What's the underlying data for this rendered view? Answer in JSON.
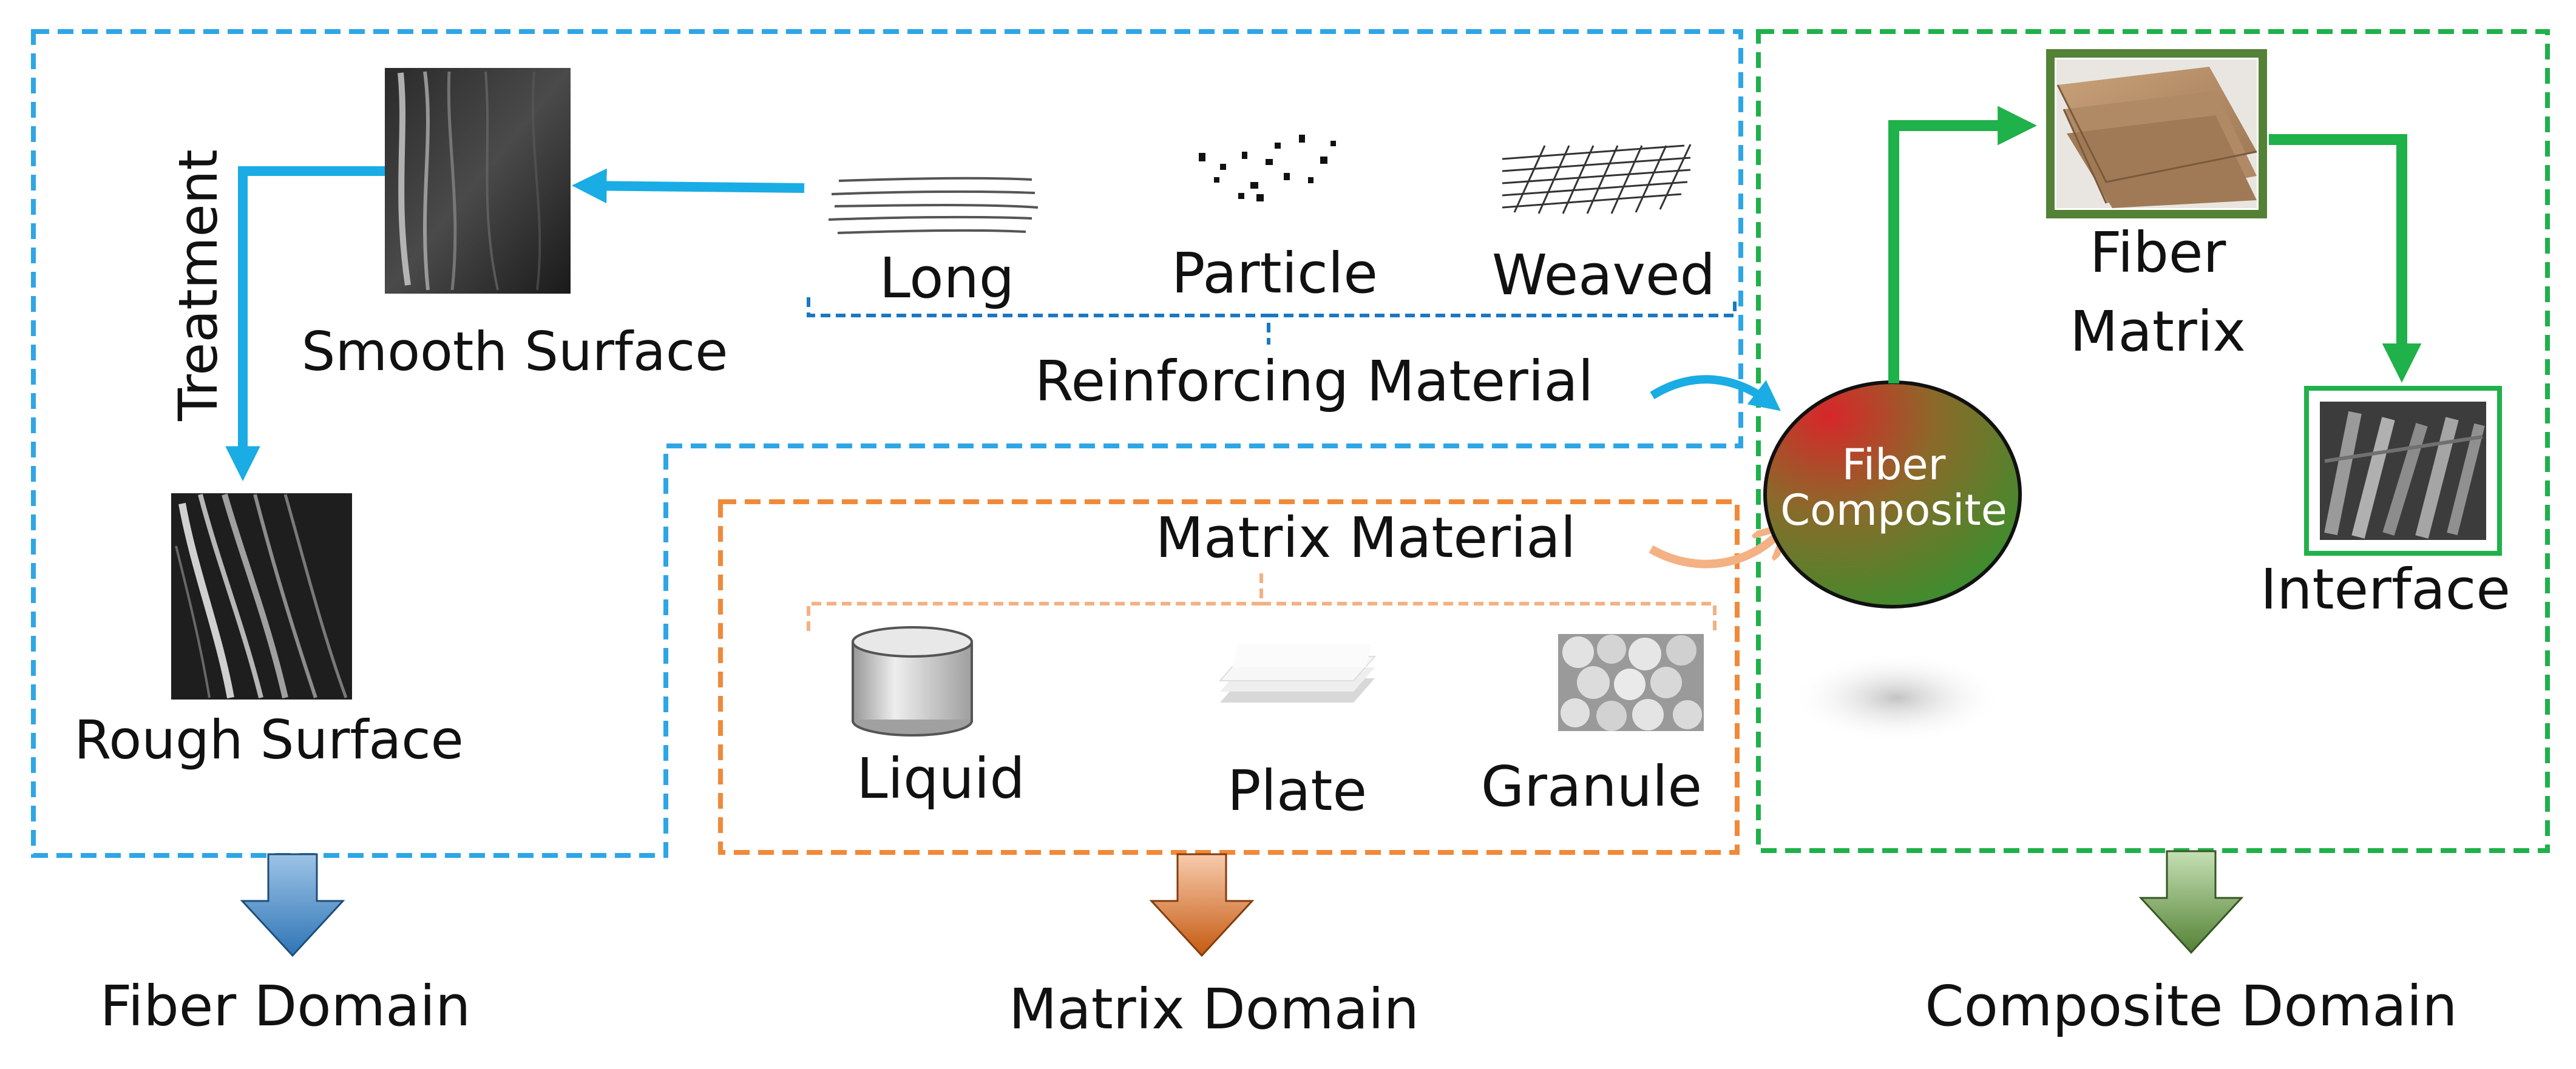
{
  "fiber_domain": {
    "smooth_surface": "Smooth Surface",
    "treatment": "Treatment",
    "rough_surface": "Rough Surface",
    "footer": "Fiber Domain"
  },
  "reinforcing": {
    "types": [
      "Long",
      "Particle",
      "Weaved"
    ],
    "label": "Reinforcing Material"
  },
  "matrix_domain": {
    "label": "Matrix Material",
    "types": [
      "Liquid",
      "Plate",
      "Granule"
    ],
    "footer": "Matrix Domain"
  },
  "composite_domain": {
    "circle_line1": "Fiber",
    "circle_line2": "Composite",
    "fiber_matrix_line1": "Fiber",
    "fiber_matrix_line2": "Matrix",
    "interface": "Interface",
    "footer": "Composite Domain"
  },
  "colors": {
    "fiber_blue": "#2ea6e6",
    "arrow_blue": "#1aace4",
    "matrix_orange": "#f08a3a",
    "composite_green": "#1fb14a",
    "circle_red": "#d8262a",
    "circle_green": "#3a8f2e"
  },
  "icons": [
    "sem-image",
    "long-fibers-icon",
    "particles-icon",
    "weave-icon",
    "cylinder-icon",
    "plates-icon",
    "granules-icon",
    "wood-board-icon",
    "down-arrow-icon"
  ]
}
